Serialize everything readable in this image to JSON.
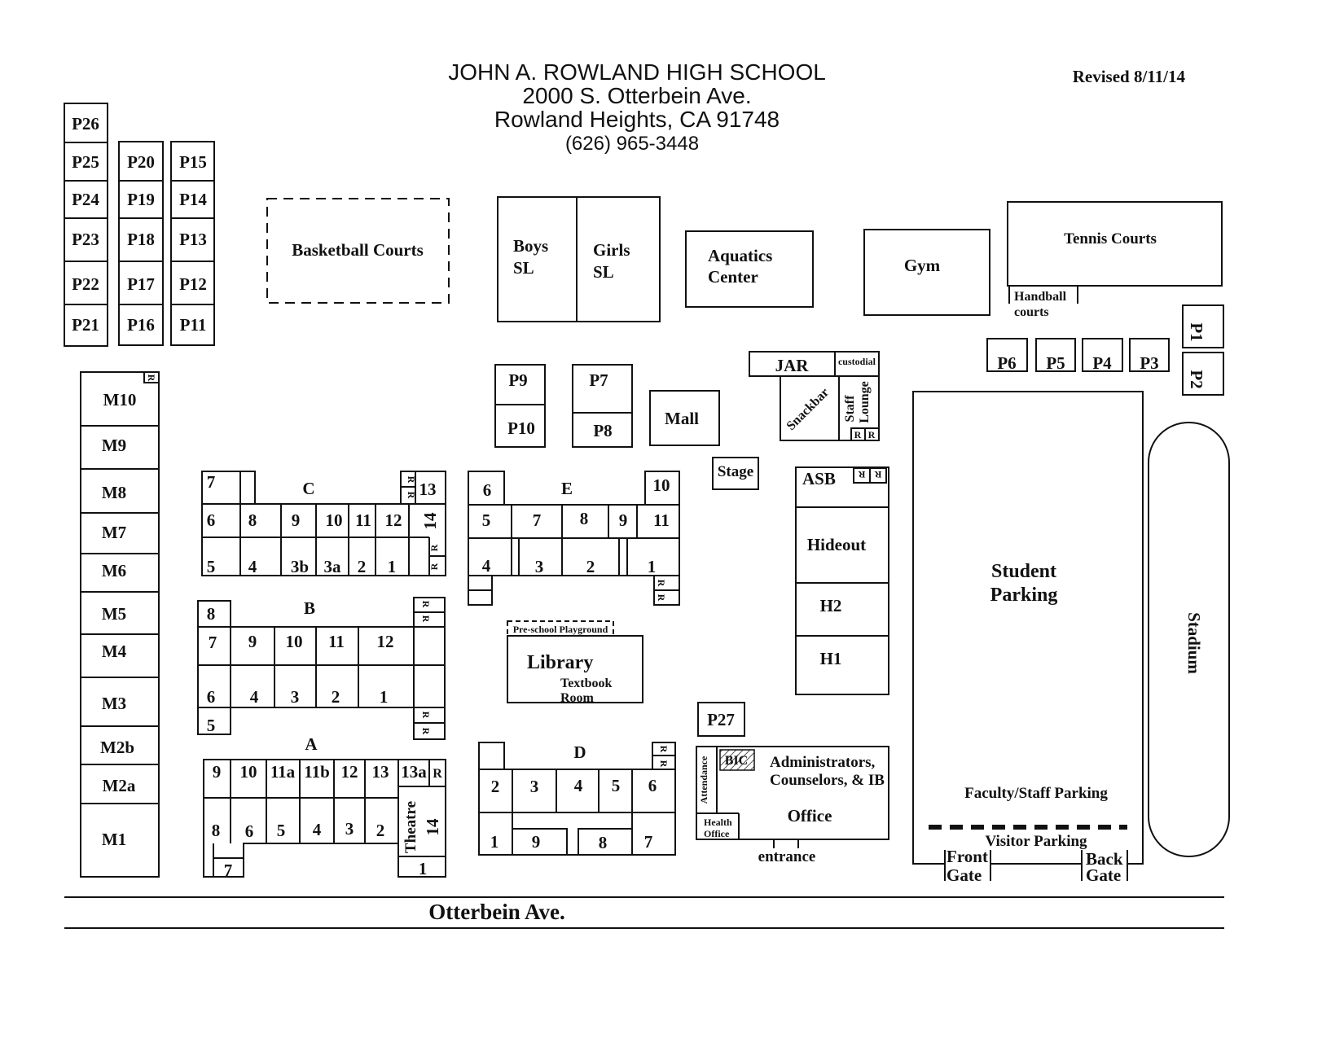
{
  "header": {
    "school_name": "JOHN A. ROWLAND HIGH SCHOOL",
    "street": "2000 S. Otterbein Ave.",
    "city": "Rowland Heights, CA  91748",
    "phone": "(626) 965-3448",
    "revised": "Revised 8/11/14"
  },
  "street_name": "Otterbein Ave.",
  "restroom": "R",
  "portables": {
    "P26": "P26",
    "P25": "P25",
    "P24": "P24",
    "P23": "P23",
    "P22": "P22",
    "P21": "P21",
    "P20": "P20",
    "P19": "P19",
    "P18": "P18",
    "P17": "P17",
    "P16": "P16",
    "P15": "P15",
    "P14": "P14",
    "P13": "P13",
    "P12": "P12",
    "P11": "P11",
    "P9": "P9",
    "P10": "P10",
    "P7": "P7",
    "P8": "P8",
    "P6": "P6",
    "P5": "P5",
    "P4": "P4",
    "P3": "P3",
    "P1": "P1",
    "P2": "P2",
    "P27": "P27"
  },
  "m_rooms": [
    "M10",
    "M9",
    "M8",
    "M7",
    "M6",
    "M5",
    "M4",
    "M3",
    "M2b",
    "M2a",
    "M1"
  ],
  "facilities": {
    "basketball": "Basketball Courts",
    "boys_1": "Boys",
    "boys_2": "SL",
    "girls_1": "Girls",
    "girls_2": "SL",
    "aquatics_1": "Aquatics",
    "aquatics_2": "Center",
    "gym": "Gym",
    "tennis": "Tennis Courts",
    "handball_1": "Handball",
    "handball_2": "courts",
    "jar": "JAR",
    "custodial": "custodial",
    "snackbar": "Snackbar",
    "staff_1": "Staff",
    "staff_2": "Lounge",
    "mall": "Mall",
    "stage": "Stage",
    "asb": "ASB",
    "hideout": "Hideout",
    "h2": "H2",
    "h1": "H1",
    "student_parking_1": "Student",
    "student_parking_2": "Parking",
    "stadium": "Stadium",
    "preschool": "Pre-school Playground",
    "library": "Library",
    "textbook_1": "Textbook",
    "textbook_2": "Room",
    "bic": "BIC",
    "attendance": "Attendance",
    "admin_1": "Administrators,",
    "admin_2": "Counselors, & IB",
    "office": "Office",
    "health_1": "Health",
    "health_2": "Office",
    "entrance": "entrance",
    "faculty_parking": "Faculty/Staff Parking",
    "visitor_parking": "Visitor Parking",
    "front_1": "Front",
    "front_2": "Gate",
    "back_1": "Back",
    "back_2": "Gate",
    "theatre": "Theatre"
  },
  "wings": {
    "C": {
      "label": "C",
      "r7": "7",
      "r13": "13",
      "r6": "6",
      "r8": "8",
      "r9": "9",
      "r10": "10",
      "r11": "11",
      "r12": "12",
      "r14": "14",
      "r5": "5",
      "r4": "4",
      "r3b": "3b",
      "r3a": "3a",
      "r2": "2",
      "r1": "1"
    },
    "E": {
      "label": "E",
      "r6": "6",
      "r10": "10",
      "r5": "5",
      "r7": "7",
      "r8": "8",
      "r9": "9",
      "r11": "11",
      "r4": "4",
      "r3": "3",
      "r2": "2",
      "r1": "1"
    },
    "B": {
      "label": "B",
      "r8": "8",
      "r7": "7",
      "r9": "9",
      "r10": "10",
      "r11": "11",
      "r12": "12",
      "r6": "6",
      "r4": "4",
      "r3": "3",
      "r2": "2",
      "r1": "1",
      "r5": "5"
    },
    "A": {
      "label": "A",
      "r9": "9",
      "r10": "10",
      "r11a": "11a",
      "r11b": "11b",
      "r12": "12",
      "r13": "13",
      "r13a": "13a",
      "r8": "8",
      "r6": "6",
      "r5": "5",
      "r4": "4",
      "r3": "3",
      "r2": "2",
      "r14": "14",
      "r7": "7",
      "r1": "1"
    },
    "D": {
      "label": "D",
      "r2": "2",
      "r3": "3",
      "r4": "4",
      "r5": "5",
      "r6": "6",
      "r1": "1",
      "r9": "9",
      "r8": "8",
      "r7": "7"
    }
  }
}
